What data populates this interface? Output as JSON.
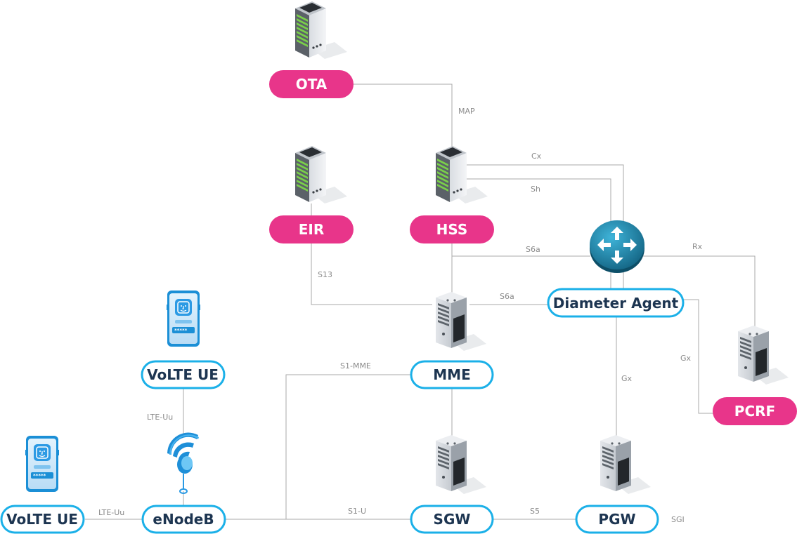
{
  "nodes": {
    "ota": "OTA",
    "eir": "EIR",
    "hss": "HSS",
    "diameter_agent": "Diameter Agent",
    "volte_ue_top": "VoLTE UE",
    "mme": "MME",
    "pcrf": "PCRF",
    "volte_ue_left": "VoLTE UE",
    "enodeb": "eNodeB",
    "sgw": "SGW",
    "pgw": "PGW"
  },
  "links": {
    "map": "MAP",
    "cx": "Cx",
    "sh": "Sh",
    "s6a_top": "S6a",
    "rx": "Rx",
    "s13": "S13",
    "s6a_bottom": "S6a",
    "gx_right": "Gx",
    "s1_mme": "S1-MME",
    "gx_mid": "Gx",
    "lte_uu_vertical": "LTE-Uu",
    "lte_uu_horizontal": "LTE-Uu",
    "s1_u": "S1-U",
    "s5": "S5",
    "sgi": "SGI"
  },
  "colors": {
    "pink": "#e8358a",
    "blue_outline": "#1bb0e8",
    "line": "#a9a9a9",
    "dark_text": "#1d3551"
  },
  "icons": {
    "ota": "server-rack-icon",
    "eir": "server-rack-icon",
    "hss": "server-rack-icon",
    "diameter_agent": "router-icon",
    "mme": "server-tower-icon",
    "sgw": "server-tower-icon",
    "pgw": "server-tower-icon",
    "pcrf": "server-tower-icon",
    "volte_ue": "smartphone-icon",
    "enodeb": "wifi-antenna-icon"
  }
}
